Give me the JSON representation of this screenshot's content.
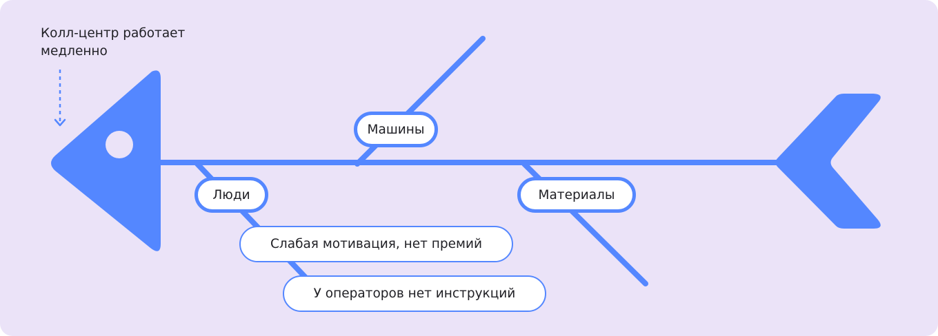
{
  "problem": {
    "text_line1": "Колл-центр работает",
    "text_line2": "медленно"
  },
  "categories": [
    {
      "label": "Машины"
    },
    {
      "label": "Люди"
    },
    {
      "label": "Материалы"
    }
  ],
  "causes": [
    {
      "category": "Люди",
      "label": "Слабая мотивация, нет премий"
    },
    {
      "category": "Люди",
      "label": "У операторов нет инструкций"
    }
  ],
  "colors": {
    "background": "#EBE3F8",
    "accent": "#5487FF",
    "text": "#1f1f24",
    "pill_fill": "#ffffff"
  }
}
